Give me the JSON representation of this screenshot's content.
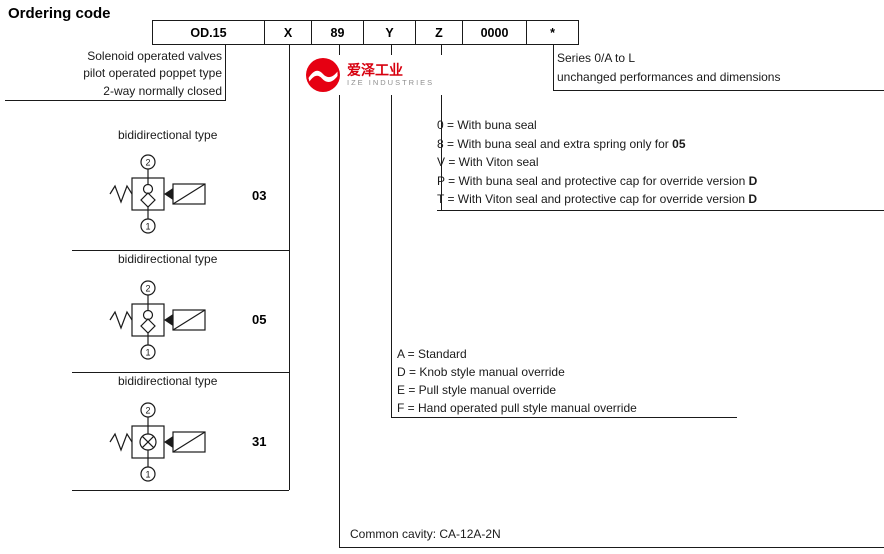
{
  "title": "Ordering code",
  "code_table": {
    "cells": [
      {
        "label": "OD.15"
      },
      {
        "label": "X"
      },
      {
        "label": "89"
      },
      {
        "label": "Y"
      },
      {
        "label": "Z"
      },
      {
        "label": "0000"
      },
      {
        "label": "*"
      }
    ]
  },
  "product_note": {
    "line1": "Solenoid operated valves",
    "line2": "pilot operated poppet type",
    "line3": "2-way normally closed"
  },
  "series_note": {
    "line1": "Series 0/A to L",
    "line2": "unchanged performances and dimensions"
  },
  "logo": {
    "name_cn": "爱泽工业",
    "name_en": "IZE INDUSTRIES"
  },
  "seal_options": {
    "items": [
      {
        "text": "0 = With buna seal",
        "bold": ""
      },
      {
        "text": "8 = With buna seal and extra spring only for ",
        "bold": "05"
      },
      {
        "text": "V = With Viton seal",
        "bold": ""
      },
      {
        "text": "P = With buna seal and protective cap for override version ",
        "bold": "D"
      },
      {
        "text": "T = With Viton seal and protective cap for override version ",
        "bold": "D"
      }
    ]
  },
  "override_options": {
    "items": [
      "A = Standard",
      "D = Knob style manual override",
      "E = Pull style manual override",
      "F = Hand operated pull style manual override"
    ]
  },
  "valve_sections": [
    {
      "label": "bididirectional type",
      "code": "03",
      "port_top": "2",
      "port_bottom": "1"
    },
    {
      "label": "bididirectional type",
      "code": "05",
      "port_top": "2",
      "port_bottom": "1"
    },
    {
      "label": "bididirectional type",
      "code": "31",
      "port_top": "2",
      "port_bottom": "1"
    }
  ],
  "cavity_note": "Common cavity: CA-12A-2N",
  "colors": {
    "brand_red": "#e60012",
    "line_color": "#1a1a1a",
    "text_color": "#1a1a1a"
  }
}
